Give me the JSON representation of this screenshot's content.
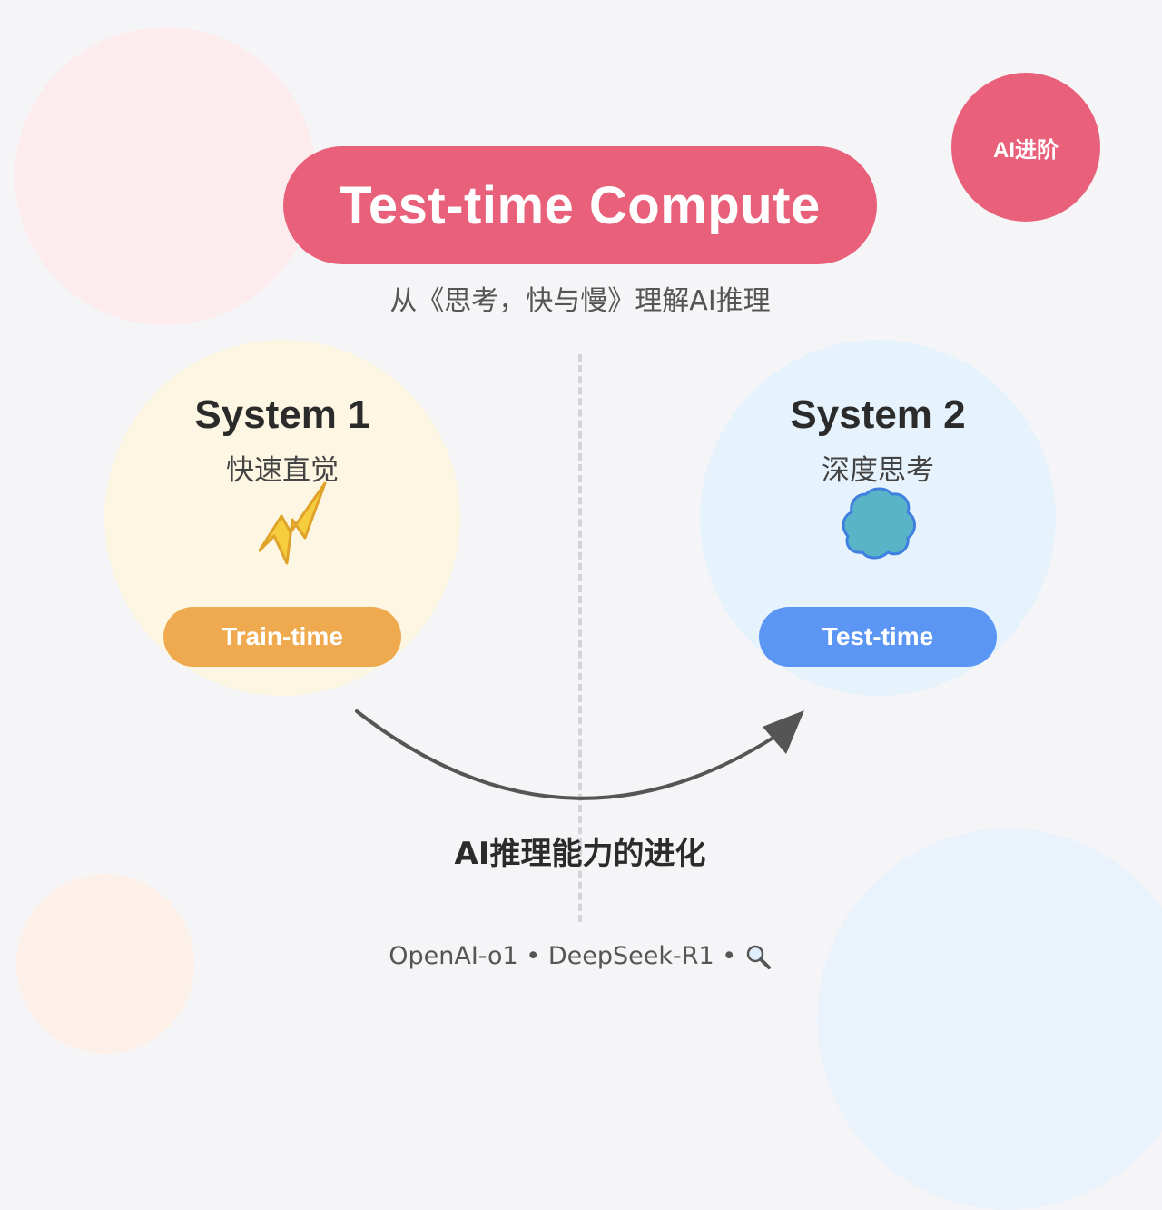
{
  "badge": {
    "text": "AI进阶"
  },
  "title": "Test-time Compute",
  "subtitle": "从《思考，快与慢》理解AI推理",
  "system1": {
    "title": "System 1",
    "subtitle": "快速直觉",
    "pill": "Train-time",
    "icon": "lightning-icon"
  },
  "system2": {
    "title": "System 2",
    "subtitle": "深度思考",
    "pill": "Test-time",
    "icon": "cloud-icon"
  },
  "caption": "AI推理能力的进化",
  "footer": {
    "text": "OpenAI-o1 • DeepSeek-R1 •",
    "icon": "magnifier-icon"
  },
  "colors": {
    "accent": "#e9607a",
    "train": "#efaa50",
    "test": "#5b96f5",
    "lightning": "#f6cd3c",
    "cloud": "#5ab4c8"
  }
}
